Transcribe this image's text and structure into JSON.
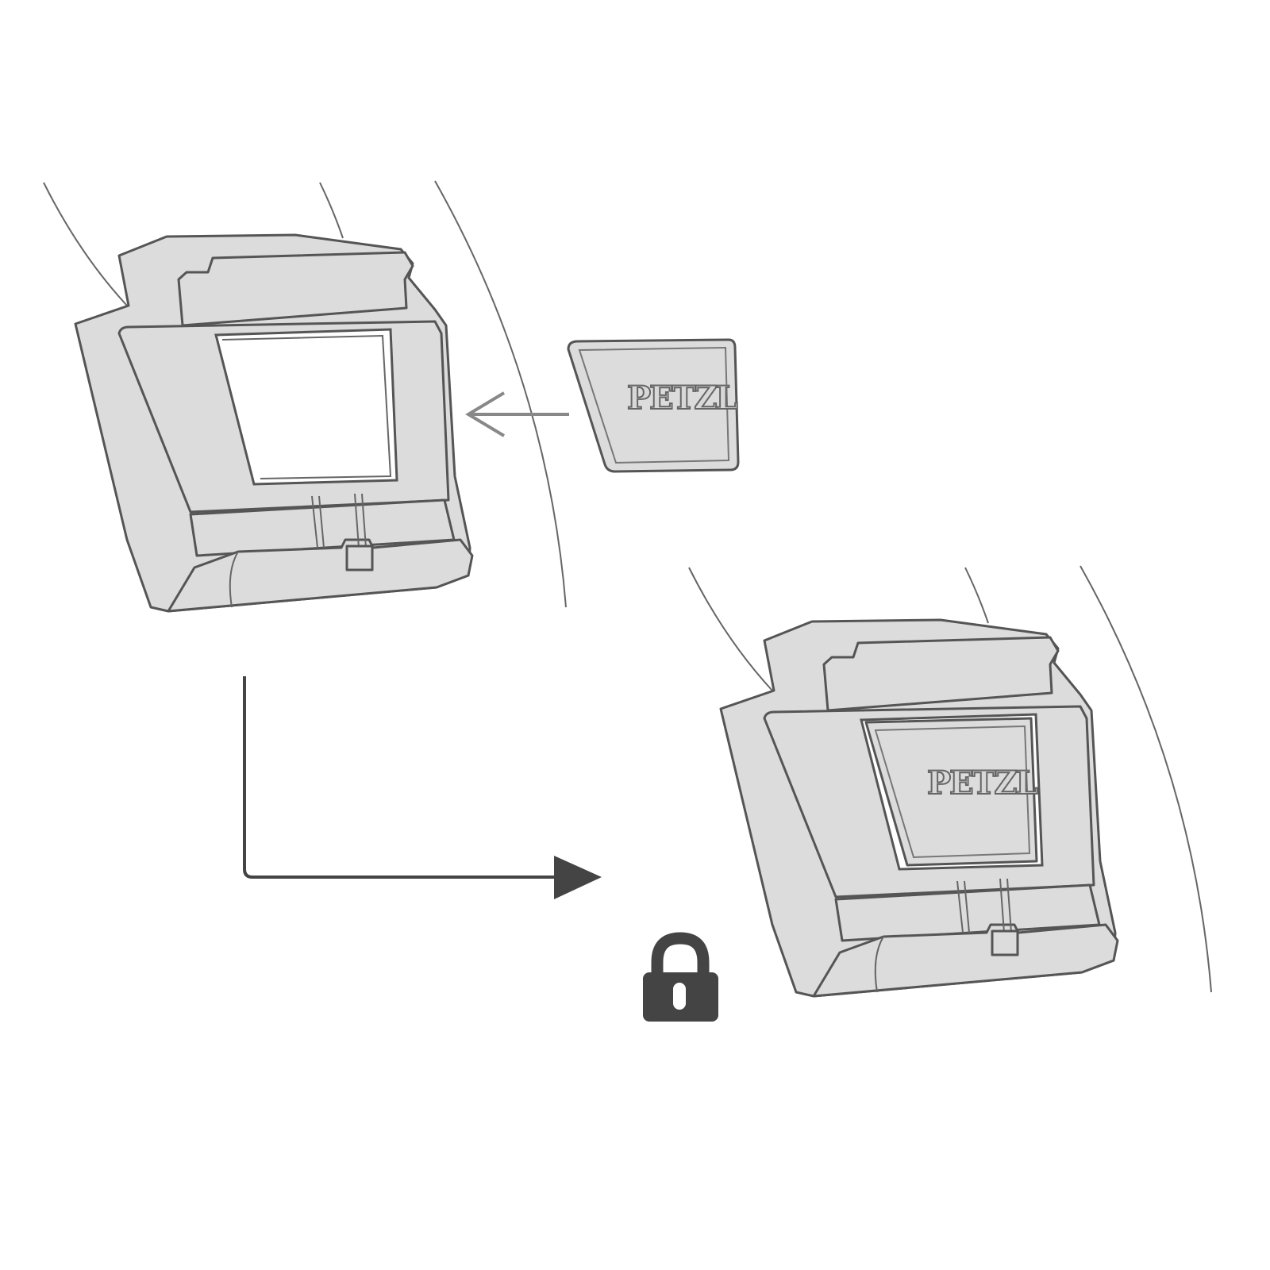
{
  "diagram": {
    "brand_logo": "PETZL",
    "steps": [
      "insert-plate",
      "locked"
    ],
    "colors": {
      "part_fill": "#dcdcdc",
      "stroke": "#555555",
      "arrow": "#444444",
      "lock": "#444444"
    }
  }
}
